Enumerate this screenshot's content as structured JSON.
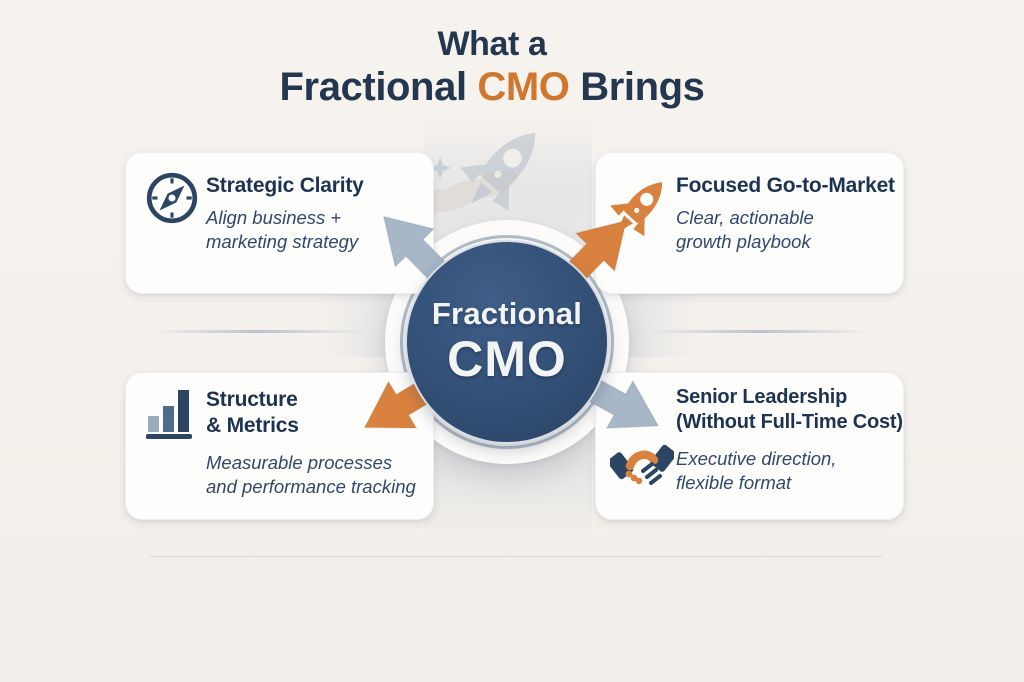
{
  "title": {
    "line1": "What a",
    "line2_part1": "Fractional ",
    "line2_highlight": "CMO",
    "line2_part2": " Brings"
  },
  "center": {
    "line1": "Fractional",
    "line2": "CMO"
  },
  "cards": [
    {
      "id": "strategic-clarity",
      "icon": "compass-icon",
      "title": "Strategic Clarity",
      "subtitle": "Align business +\nmarketing strategy"
    },
    {
      "id": "focused-go-to-market",
      "icon": "rocket-icon",
      "title": "Focused Go-to-Market",
      "subtitle": "Clear, actionable\ngrowth playbook"
    },
    {
      "id": "structure-metrics",
      "icon": "bar-chart-icon",
      "title": "Structure\n& Metrics",
      "subtitle": "Measurable processes\nand performance tracking"
    },
    {
      "id": "senior-leadership",
      "icon": "handshake-icon",
      "title": "Senior Leadership\n(Without Full-Time Cost)",
      "subtitle": "Executive direction,\nflexible format"
    }
  ],
  "colors": {
    "background": "#f4f1ec",
    "navy_text": "#24374f",
    "card_title": "#1e3252",
    "card_subtitle": "#31486b",
    "orange_accent": "#d9823f",
    "steel_accent": "#a8b7c8",
    "hub_navy": "#345178",
    "card_bg": "#fdfdfc"
  }
}
